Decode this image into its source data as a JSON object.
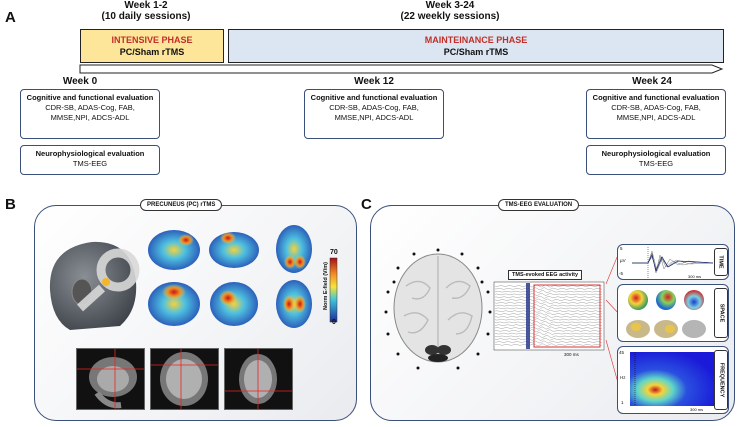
{
  "panelA": {
    "letter": "A",
    "period1": {
      "label": "Week 1-2",
      "sub": "(10 daily sessions)"
    },
    "period2": {
      "label": "Week 3-24",
      "sub": "(22 weekly sessions)"
    },
    "intensive": {
      "title": "INTENSIVE PHASE",
      "sub": "PC/Sham rTMS",
      "color": "#fde59a"
    },
    "maintenance": {
      "title": "MAINTEINANCE PHASE",
      "sub": "PC/Sham rTMS",
      "color": "#dce6f2"
    },
    "weeks": [
      "Week 0",
      "Week 12",
      "Week 24"
    ],
    "cog": {
      "title": "Cognitive and functional evaluation",
      "line1": "CDR-SB, ADAS-Cog, FAB,",
      "line2": "MMSE,NPI, ADCS-ADL"
    },
    "neuro": {
      "title": "Neurophysiological evaluation",
      "line1": "TMS-EEG"
    }
  },
  "panelB": {
    "letter": "B",
    "title": "PRECUNEUS (PC) rTMS",
    "colorbar": {
      "max": "70",
      "min": "0",
      "label": "Norm E-field (V/m)"
    }
  },
  "panelC": {
    "letter": "C",
    "title": "TMS-EEG EVALUATION",
    "eeg_label": "TMS-evoked EEG activity",
    "scale_main": "300 ms",
    "time": {
      "label": "TIME",
      "y_top": "5",
      "y_bot": "-5",
      "unit": "µV",
      "scale": "300 ms"
    },
    "space": {
      "label": "SPACE"
    },
    "freq": {
      "label": "FREQUENCY",
      "y_top": "45",
      "y_bot": "1",
      "unit": "Hz",
      "scale": "300 ms"
    }
  }
}
